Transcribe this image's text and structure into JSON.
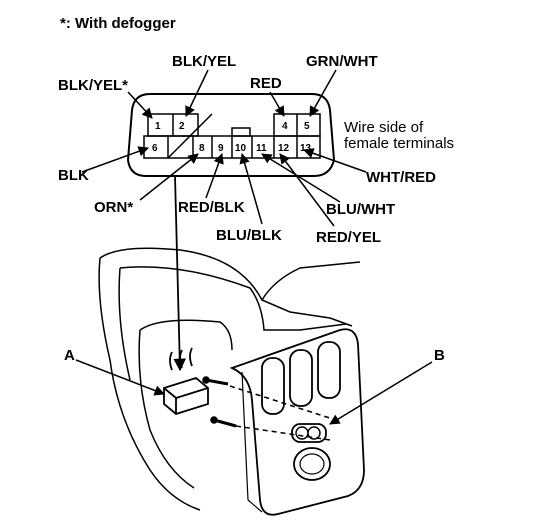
{
  "title": "*: With defogger",
  "connector_note": "Wire side of female terminals",
  "connector_note_lines": [
    "Wire side of",
    "female terminals"
  ],
  "terminals": [
    "1",
    "2",
    "4",
    "5",
    "6",
    "8",
    "9",
    "10",
    "11",
    "12",
    "13"
  ],
  "wires": {
    "blk_yel_star": "BLK/YEL*",
    "blk_yel": "BLK/YEL",
    "red": "RED",
    "grn_wht": "GRN/WHT",
    "blk": "BLK",
    "orn_star": "ORN*",
    "red_blk": "RED/BLK",
    "blu_blk": "BLU/BLK",
    "blu_wht": "BLU/WHT",
    "red_yel": "RED/YEL",
    "wht_red": "WHT/RED"
  },
  "callouts": {
    "a": "A",
    "b": "B"
  }
}
